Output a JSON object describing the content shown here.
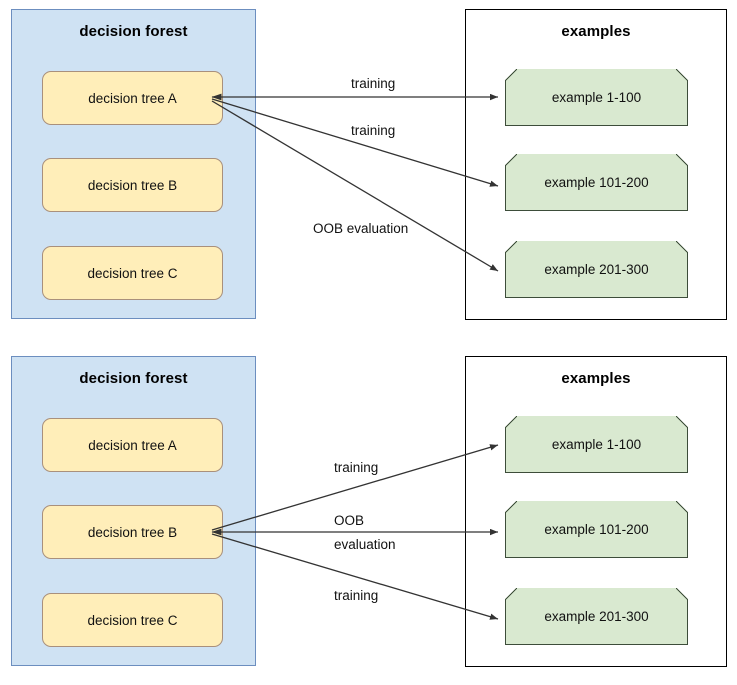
{
  "diagrams": [
    {
      "id": "top",
      "forest": {
        "title": "decision forest",
        "trees": [
          {
            "label": "decision tree A"
          },
          {
            "label": "decision tree B"
          },
          {
            "label": "decision tree C"
          }
        ]
      },
      "examples": {
        "title": "examples",
        "items": [
          {
            "label": "example 1-100"
          },
          {
            "label": "example 101-200"
          },
          {
            "label": "example 201-300"
          }
        ]
      },
      "edges": [
        {
          "label": "training",
          "from": "decision tree A",
          "to": "example 1-100"
        },
        {
          "label": "training",
          "from": "decision tree A",
          "to": "example 101-200"
        },
        {
          "label": "OOB evaluation",
          "from": "decision tree A",
          "to": "example 201-300"
        }
      ]
    },
    {
      "id": "bottom",
      "forest": {
        "title": "decision forest",
        "trees": [
          {
            "label": "decision tree A"
          },
          {
            "label": "decision tree B"
          },
          {
            "label": "decision tree C"
          }
        ]
      },
      "examples": {
        "title": "examples",
        "items": [
          {
            "label": "example 1-100"
          },
          {
            "label": "example 101-200"
          },
          {
            "label": "example 201-300"
          }
        ]
      },
      "edges": [
        {
          "label": "training",
          "from": "decision tree B",
          "to": "example 1-100"
        },
        {
          "label_line1": "OOB",
          "label_line2": "evaluation",
          "from": "decision tree B",
          "to": "example 101-200"
        },
        {
          "label": "training",
          "from": "decision tree B",
          "to": "example 201-300"
        }
      ]
    }
  ],
  "colors": {
    "forest_panel_fill": "#cfe2f3",
    "forest_panel_stroke": "#6c8ebf",
    "tree_box_fill": "#ffeeb9",
    "tree_box_stroke": "#a9907c",
    "example_box_fill": "#d9e9d0",
    "example_box_stroke": "#3d4d3a",
    "examples_panel_stroke": "#000000",
    "arrow_stroke": "#333333",
    "text": "#111111",
    "background": "#ffffff"
  }
}
